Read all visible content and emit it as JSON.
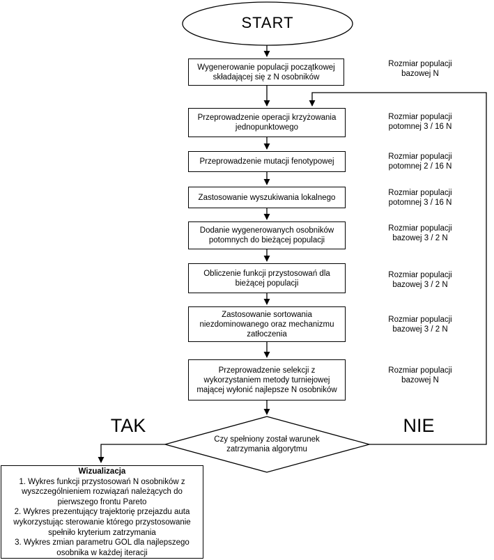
{
  "flowchart": {
    "start_label": "START",
    "steps": [
      {
        "text": "Wygenerowanie populacji początkowej\nskładającej się z N osobników",
        "note": "Rozmiar populacji\nbazowej N"
      },
      {
        "text": "Przeprowadzenie operacji krzyżowania\njednopunktowego",
        "note": "Rozmiar populacji\npotomnej 3 / 16 N"
      },
      {
        "text": "Przeprowadzenie mutacji fenotypowej",
        "note": "Rozmiar populacji\npotomnej 2 / 16 N"
      },
      {
        "text": "Zastosowanie wyszukiwania lokalnego",
        "note": "Rozmiar populacji\npotomnej 3 / 16 N"
      },
      {
        "text": "Dodanie wygenerowanych osobników\npotomnych do bieżącej populacji",
        "note": "Rozmiar populacji\nbazowej 3 / 2 N"
      },
      {
        "text": "Obliczenie funkcji przystosowań dla\nbieżącej populacji",
        "note": "Rozmiar populacji\nbazowej 3 / 2 N"
      },
      {
        "text": "Zastosowanie sortowania\nniezdominowanego oraz mechanizmu\nzatłoczenia",
        "note": "Rozmiar populacji\nbazowej 3 / 2 N"
      },
      {
        "text": "Przeprowadzenie selekcji z\nwykorzystaniem metody turniejowej\nmającej wyłonić najlepsze N osobników",
        "note": "Rozmiar populacji\nbazowej N"
      }
    ],
    "decision": {
      "text": "Czy spełniony został warunek\nzatrzymania algorytmu",
      "yes_label": "TAK",
      "no_label": "NIE"
    },
    "visualization": {
      "title": "Wizualizacja",
      "items": [
        "1. Wykres funkcji przystosowań N osobników z\nwyszczególnieniem rozwiązań należących do\npierwszego frontu Pareto",
        "2. Wykres prezentujący trajektorię przejazdu auta\nwykorzystując sterowanie którego przystosowanie\nspełniło kryterium zatrzymania",
        "3. Wykres zmian parametru GOL dla najlepszego\nosobnika w każdej iteracji"
      ]
    },
    "colors": {
      "line": "#000000",
      "background": "#ffffff",
      "text": "#000000"
    }
  }
}
